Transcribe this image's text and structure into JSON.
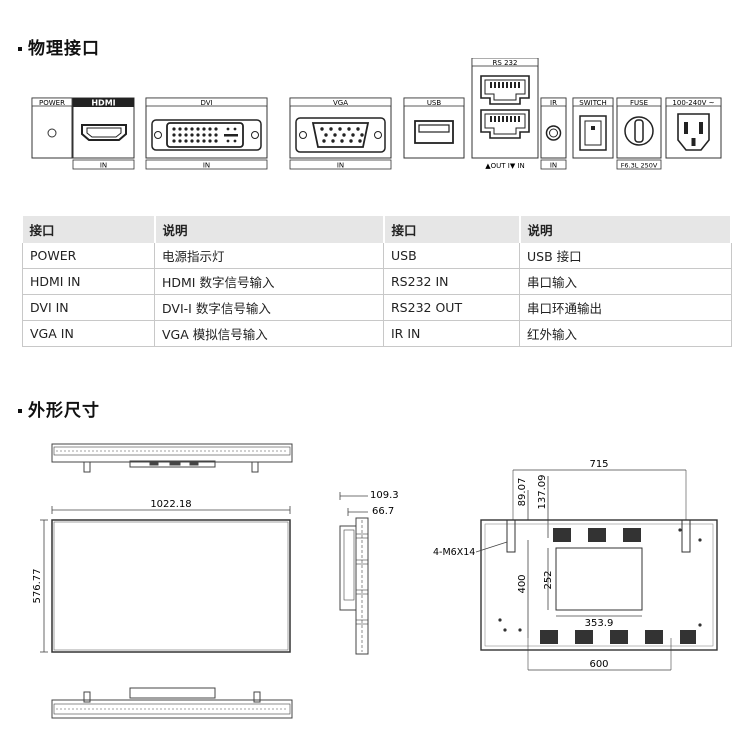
{
  "sections": {
    "interfaces_title": "物理接口",
    "dimensions_title": "外形尺寸"
  },
  "ports": {
    "power": "POWER",
    "hdmi": "HDMI",
    "hdmi_in": "IN",
    "dvi": "DVI",
    "dvi_in": "IN",
    "vga": "VGA",
    "vga_in": "IN",
    "usb": "USB",
    "rs232": "RS 232",
    "rs232_sub": "▲OUT I▼ IN",
    "ir": "IR",
    "ir_in": "IN",
    "switch": "SWITCH",
    "fuse": "FUSE",
    "fuse_rating": "F6.3L 250V",
    "ac": "100-240V ~"
  },
  "table": {
    "headers": [
      "接口",
      "说明",
      "接口",
      "说明"
    ],
    "rows": [
      [
        "POWER",
        "电源指示灯",
        "USB",
        "USB 接口"
      ],
      [
        "HDMI IN",
        "HDMI 数字信号输入",
        "RS232 IN",
        "串口输入"
      ],
      [
        "DVI IN",
        "DVI-I 数字信号输入",
        "RS232 OUT",
        "串口环通输出"
      ],
      [
        "VGA IN",
        "VGA 模拟信号输入",
        "IR IN",
        "红外输入"
      ]
    ]
  },
  "dims": {
    "width": "1022.18",
    "height": "576.77",
    "depth_total": "109.3",
    "depth_body": "66.7",
    "screw": "4-M6X14",
    "hole_span_w": "715",
    "offset_a": "89.07",
    "offset_b": "137.09",
    "vesa_h": "400",
    "box_h": "252",
    "box_w": "353.9",
    "vesa_w": "600"
  }
}
